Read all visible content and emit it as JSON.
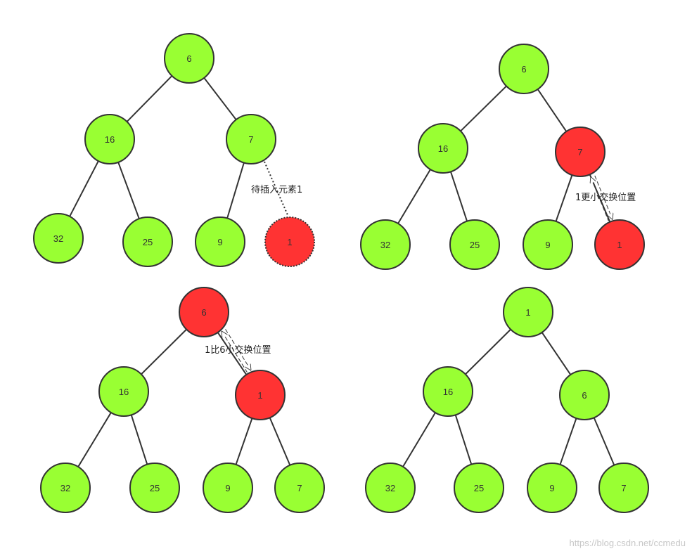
{
  "colors": {
    "node_fill": "#99ff33",
    "highlight_fill": "#ff3333",
    "stroke": "#333333",
    "edge": "#333333"
  },
  "panels": [
    {
      "id": "step-1",
      "nodes": [
        {
          "label": "6",
          "state": "normal"
        },
        {
          "label": "16",
          "state": "normal"
        },
        {
          "label": "7",
          "state": "normal"
        },
        {
          "label": "32",
          "state": "normal"
        },
        {
          "label": "25",
          "state": "normal"
        },
        {
          "label": "9",
          "state": "normal"
        },
        {
          "label": "1",
          "state": "pending"
        }
      ],
      "annotation": "待插入元素1"
    },
    {
      "id": "step-2",
      "nodes": [
        {
          "label": "6",
          "state": "normal"
        },
        {
          "label": "16",
          "state": "normal"
        },
        {
          "label": "7",
          "state": "highlight"
        },
        {
          "label": "32",
          "state": "normal"
        },
        {
          "label": "25",
          "state": "normal"
        },
        {
          "label": "9",
          "state": "normal"
        },
        {
          "label": "1",
          "state": "highlight"
        }
      ],
      "annotation": "1更小交换位置"
    },
    {
      "id": "step-3",
      "nodes": [
        {
          "label": "6",
          "state": "highlight"
        },
        {
          "label": "16",
          "state": "normal"
        },
        {
          "label": "1",
          "state": "highlight"
        },
        {
          "label": "32",
          "state": "normal"
        },
        {
          "label": "25",
          "state": "normal"
        },
        {
          "label": "9",
          "state": "normal"
        },
        {
          "label": "7",
          "state": "normal"
        }
      ],
      "annotation": "1比6小交换位置"
    },
    {
      "id": "step-4",
      "nodes": [
        {
          "label": "1",
          "state": "normal"
        },
        {
          "label": "16",
          "state": "normal"
        },
        {
          "label": "6",
          "state": "normal"
        },
        {
          "label": "32",
          "state": "normal"
        },
        {
          "label": "25",
          "state": "normal"
        },
        {
          "label": "9",
          "state": "normal"
        },
        {
          "label": "7",
          "state": "normal"
        }
      ]
    }
  ],
  "watermark": "https://blog.csdn.net/ccmedu"
}
